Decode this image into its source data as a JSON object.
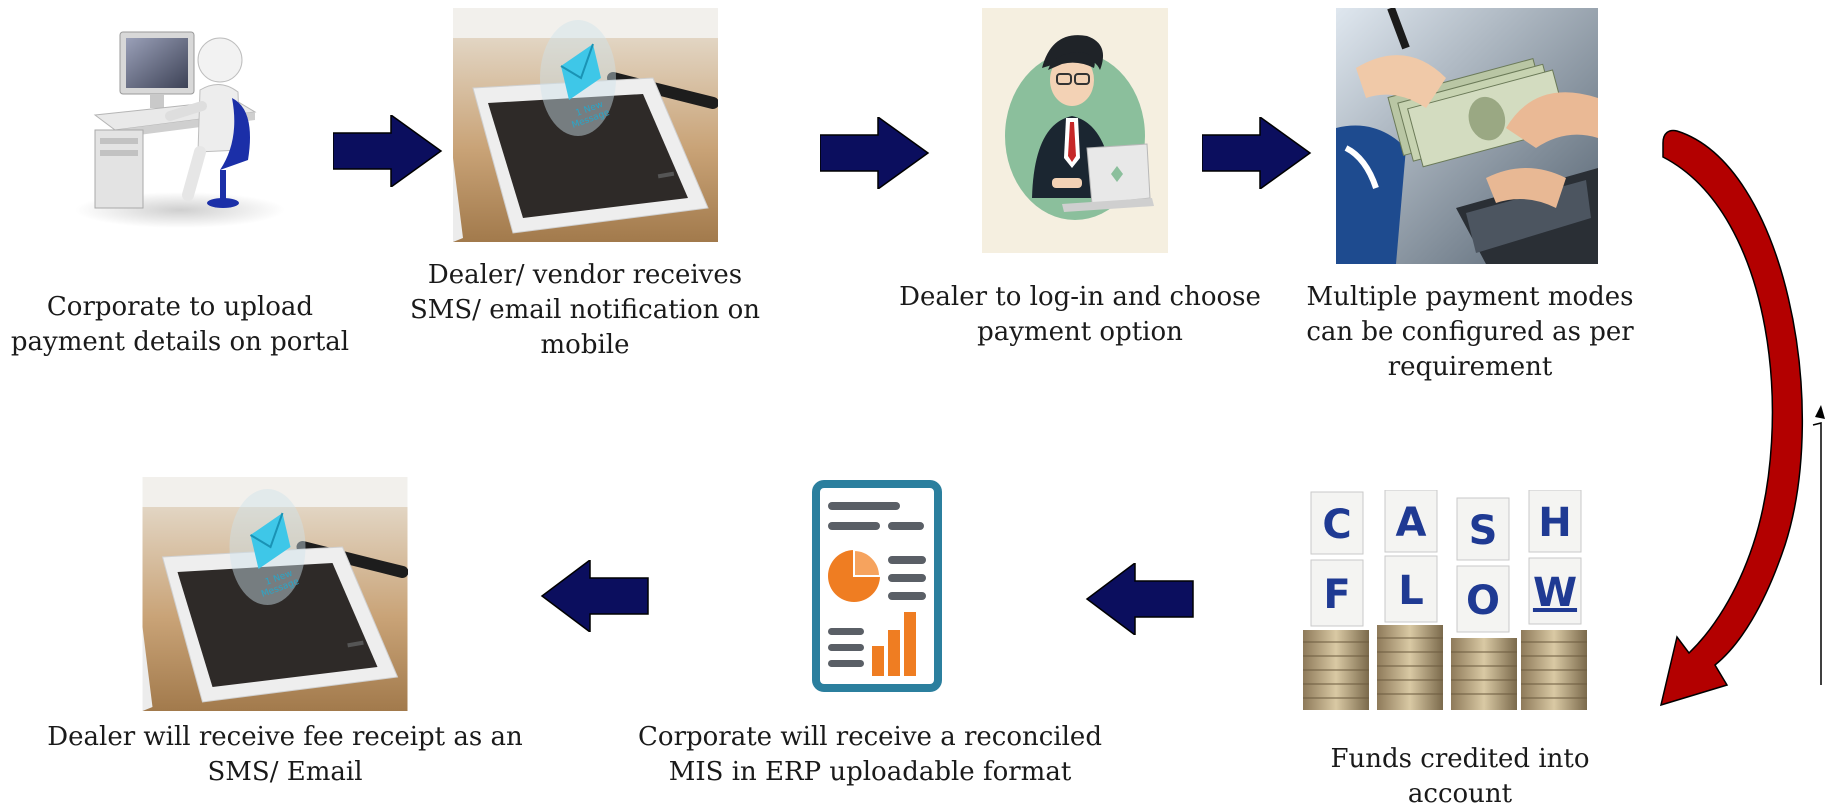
{
  "steps": [
    {
      "id": "upload",
      "icon": "computer-user-icon",
      "caption": [
        "Corporate to upload",
        "payment details on portal"
      ]
    },
    {
      "id": "notify",
      "icon": "phone-new-message-icon",
      "badge": [
        "1 New",
        "Message"
      ],
      "caption": [
        "Dealer/ vendor receives",
        "SMS/ email notification on",
        "mobile"
      ]
    },
    {
      "id": "login",
      "icon": "dealer-laptop-icon",
      "caption": [
        "Dealer to log-in and choose",
        "payment option"
      ]
    },
    {
      "id": "modes",
      "icon": "cash-handover-icon",
      "caption": [
        "Multiple payment modes",
        "can be configured as per",
        "requirement"
      ]
    },
    {
      "id": "funds",
      "icon": "cash-flow-blocks-icon",
      "blocks_top": [
        "C",
        "A",
        "S",
        "H"
      ],
      "blocks_bottom": [
        "F",
        "L",
        "O",
        "W"
      ],
      "caption": [
        "Funds credited into",
        "account"
      ]
    },
    {
      "id": "mis",
      "icon": "report-document-icon",
      "caption": [
        "Corporate will receive a reconciled",
        "MIS in ERP uploadable format"
      ]
    },
    {
      "id": "receipt",
      "icon": "phone-new-message-icon",
      "badge": [
        "1 New",
        "Message"
      ],
      "caption": [
        "Dealer will receive fee receipt as an",
        "SMS/ Email"
      ]
    }
  ],
  "colors": {
    "flow_arrow": "#0b0e5e",
    "curved_arrow": "#b30000",
    "report_teal": "#2b7f9e",
    "report_orange": "#ef7d22"
  }
}
